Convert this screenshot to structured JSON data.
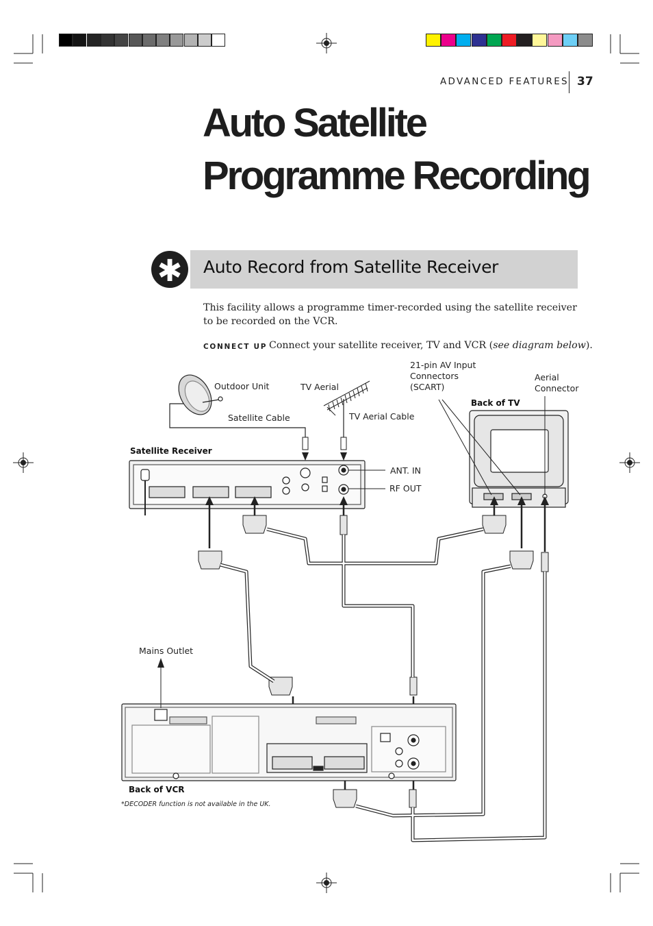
{
  "header": {
    "section": "ADVANCED FEATURES",
    "page_number": "37"
  },
  "title": {
    "line1": "Auto Satellite",
    "line2": "Programme Recording"
  },
  "section": {
    "icon": "asterisk-icon",
    "title": "Auto Record from Satellite Receiver"
  },
  "body": {
    "intro": "This facility allows a programme timer-recorded using the satellite receiver to be recorded on the VCR.",
    "connect_label": "CONNECT UP",
    "connect_text_before": "Connect your satellite receiver, TV and VCR (",
    "connect_text_italic": "see diagram below",
    "connect_text_after": ")."
  },
  "diagram": {
    "outdoor_unit": "Outdoor Unit",
    "satellite_cable": "Satellite Cable",
    "tv_aerial": "TV Aerial",
    "tv_aerial_cable": "TV Aerial Cable",
    "av_input_line1": "21-pin AV Input",
    "av_input_line2": "Connectors",
    "av_input_line3": "(SCART)",
    "aerial_connector_line1": "Aerial",
    "aerial_connector_line2": "Connector",
    "back_of_tv": "Back of TV",
    "satellite_receiver": "Satellite Receiver",
    "ant_in": "ANT. IN",
    "rf_out": "RF OUT",
    "mains_outlet": "Mains Outlet",
    "back_of_vcr": "Back of VCR"
  },
  "footnote": "*DECODER function is not available in the UK.",
  "colors": {
    "grayscale_bar": [
      "#000000",
      "#141414",
      "#242424",
      "#333333",
      "#444444",
      "#575757",
      "#6b6b6b",
      "#808080",
      "#999999",
      "#b3b3b3",
      "#cccccc",
      "#ffffff"
    ],
    "color_bar": [
      "#fff200",
      "#ec008c",
      "#00aeef",
      "#2e3192",
      "#00a651",
      "#ed1c24",
      "#231f20",
      "#fff799",
      "#f49ac1",
      "#6dcff6",
      "#8c8c8c"
    ],
    "section_bar": "#d2d2d2"
  }
}
